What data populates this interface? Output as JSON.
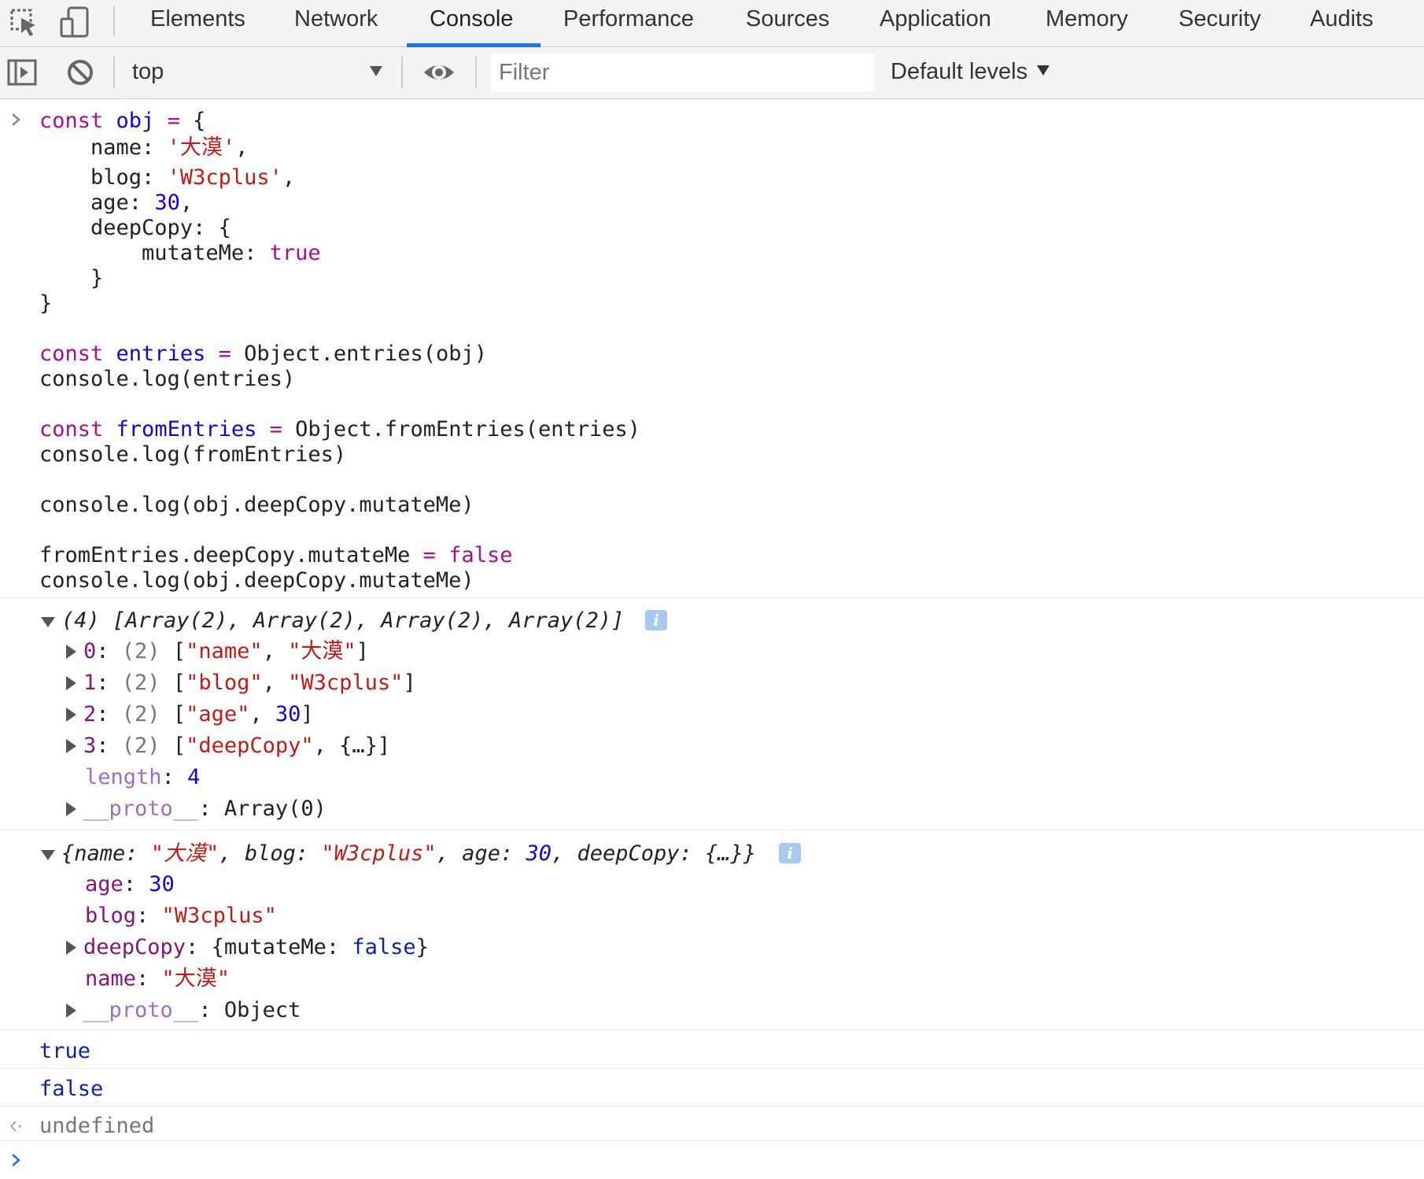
{
  "tabs": [
    "Elements",
    "Network",
    "Console",
    "Performance",
    "Sources",
    "Application",
    "Memory",
    "Security",
    "Audits"
  ],
  "toolbar": {
    "context": "top",
    "filter_placeholder": "Filter",
    "levels": "Default levels"
  },
  "icons": {
    "inspect": "inspect-element-icon",
    "device": "device-toolbar-icon",
    "sidebar": "show-console-sidebar-icon",
    "clear": "clear-console-icon",
    "eye": "live-expression-eye-icon",
    "info": "info-icon",
    "prompt": "prompt-chevron-icon",
    "result": "result-arrow-icon"
  },
  "colors": {
    "accent": "#1a73e8",
    "keyword": "#aa0d91",
    "string": "#c41a16",
    "number": "#1c00cf"
  },
  "input_code": {
    "l1": {
      "a": "const ",
      "b": "obj",
      "c": " = ",
      "d": "{"
    },
    "l2": {
      "a": "    name: ",
      "b": "'大漠'",
      "c": ","
    },
    "l3": {
      "a": "    blog: ",
      "b": "'W3cplus'",
      "c": ","
    },
    "l4": {
      "a": "    age: ",
      "b": "30",
      "c": ","
    },
    "l5": {
      "a": "    deepCopy: {"
    },
    "l6": {
      "a": "        mutateMe: ",
      "b": "true"
    },
    "l7": {
      "a": "    }"
    },
    "l8": {
      "a": "}"
    },
    "l9": {
      "a": "const ",
      "b": "entries",
      "c": " = ",
      "d": "Object.entries(obj)"
    },
    "l10": {
      "a": "console.log(entries)"
    },
    "l11": {
      "a": "const ",
      "b": "fromEntries",
      "c": " = ",
      "d": "Object.fromEntries(entries)"
    },
    "l12": {
      "a": "console.log(fromEntries)"
    },
    "l13": {
      "a": "console.log(obj.deepCopy.mutateMe)"
    },
    "l14": {
      "a": "fromEntries.deepCopy.mutateMe",
      "b": " = ",
      "c": "false"
    },
    "l15": {
      "a": "console.log(obj.deepCopy.mutateMe)"
    }
  },
  "array_output": {
    "summary": "(4) [Array(2), Array(2), Array(2), Array(2)]",
    "items": [
      {
        "key": "0",
        "sep": ": ",
        "count": "(2) ",
        "open": "[",
        "s1": "\"name\"",
        "comma": ", ",
        "s2": "\"大漠\"",
        "close": "]"
      },
      {
        "key": "1",
        "sep": ": ",
        "count": "(2) ",
        "open": "[",
        "s1": "\"blog\"",
        "comma": ", ",
        "s2": "\"W3cplus\"",
        "close": "]"
      },
      {
        "key": "2",
        "sep": ": ",
        "count": "(2) ",
        "open": "[",
        "s1": "\"age\"",
        "comma": ", ",
        "n": "30",
        "close": "]"
      },
      {
        "key": "3",
        "sep": ": ",
        "count": "(2) ",
        "open": "[",
        "s1": "\"deepCopy\"",
        "comma": ", ",
        "rest": "{…}]"
      }
    ],
    "length_key": "length",
    "length_val": "4",
    "proto_key": "__proto__",
    "proto_val": "Array(0)"
  },
  "object_output": {
    "summary": {
      "p1": "{name: ",
      "v1": "\"大漠\"",
      "p2": ", blog: ",
      "v2": "\"W3cplus\"",
      "p3": ", age: ",
      "v3": "30",
      "p4": ", deepCopy: {…}}"
    },
    "age_key": "age",
    "age_val": "30",
    "blog_key": "blog",
    "blog_val": "\"W3cplus\"",
    "deep_key": "deepCopy",
    "deep_pre": "{mutateMe: ",
    "deep_val": "false",
    "deep_post": "}",
    "name_key": "name",
    "name_val": "\"大漠\"",
    "proto_key": "__proto__",
    "proto_val": "Object"
  },
  "log_true": "true",
  "log_false": "false",
  "return_value": "undefined"
}
